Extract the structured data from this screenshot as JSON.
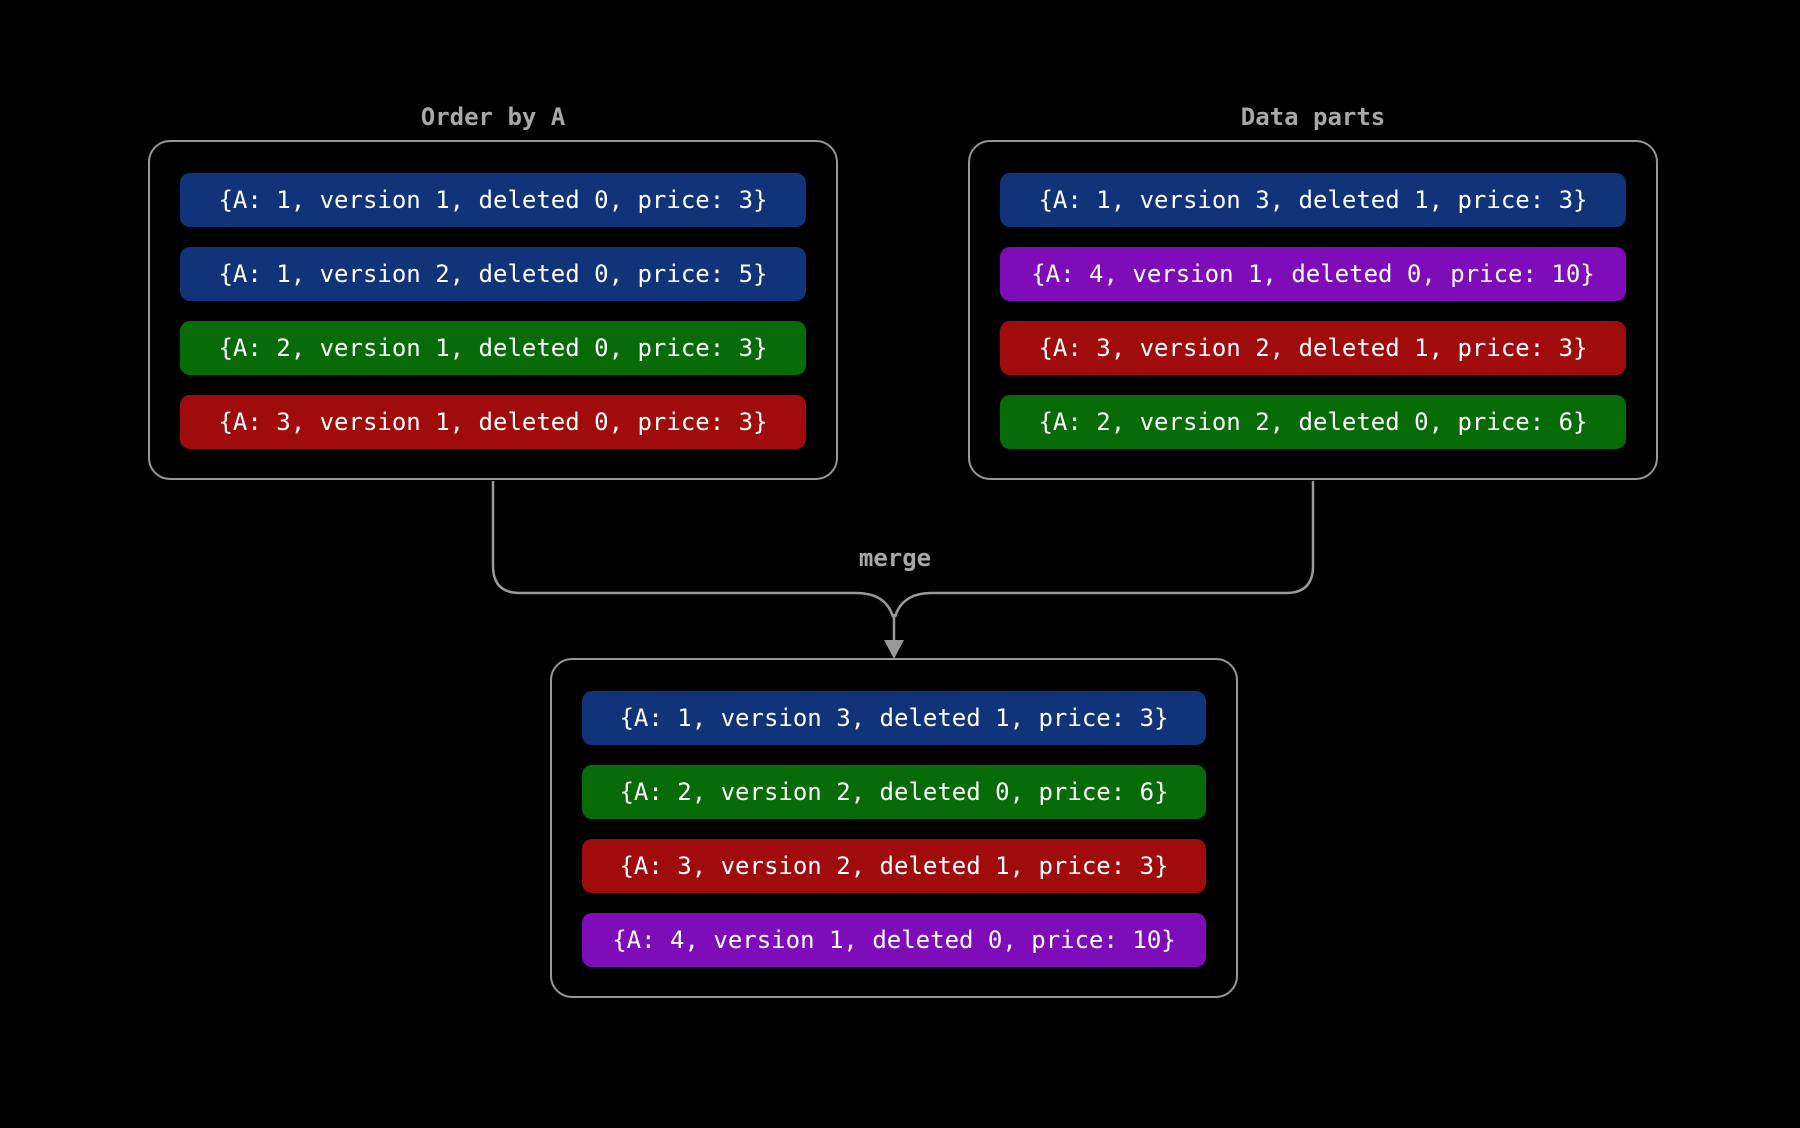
{
  "colors": {
    "blue": "#11337a",
    "green": "#076c07",
    "red": "#a00c0c",
    "purple": "#7e0cb8",
    "line": "#999999",
    "background": "#000000",
    "row_text": "#ffffff",
    "label_text": "#a8a8a8"
  },
  "boxes": {
    "left": {
      "title": "Order by A",
      "rows": [
        {
          "color": "blue",
          "text": "{A: 1, version 1, deleted 0, price: 3}"
        },
        {
          "color": "blue",
          "text": "{A: 1, version 2, deleted 0, price: 5}"
        },
        {
          "color": "green",
          "text": "{A: 2, version 1, deleted 0, price: 3}"
        },
        {
          "color": "red",
          "text": "{A: 3, version 1, deleted 0, price: 3}"
        }
      ]
    },
    "right": {
      "title": "Data parts",
      "rows": [
        {
          "color": "blue",
          "text": "{A: 1, version 3, deleted 1, price: 3}"
        },
        {
          "color": "purple",
          "text": "{A: 4, version 1, deleted 0, price: 10}"
        },
        {
          "color": "red",
          "text": "{A: 3, version 2, deleted 1, price: 3}"
        },
        {
          "color": "green",
          "text": "{A: 2, version 2, deleted 0, price: 6}"
        }
      ]
    },
    "bottom": {
      "rows": [
        {
          "color": "blue",
          "text": "{A: 1, version 3, deleted 1, price: 3}"
        },
        {
          "color": "green",
          "text": "{A: 2, version 2, deleted 0, price: 6}"
        },
        {
          "color": "red",
          "text": "{A: 3, version 2, deleted 1, price: 3}"
        },
        {
          "color": "purple",
          "text": "{A: 4, version 1, deleted 0, price: 10}"
        }
      ]
    }
  },
  "connector": {
    "label": "merge"
  }
}
